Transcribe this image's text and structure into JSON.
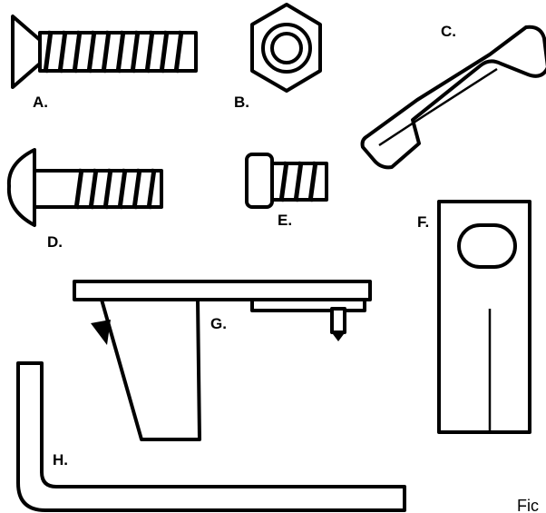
{
  "figure": {
    "labels": {
      "A": "A.",
      "B": "B.",
      "C": "C.",
      "D": "D.",
      "E": "E.",
      "F": "F.",
      "G": "G.",
      "H": "H."
    },
    "caption": "Fic",
    "colors": {
      "ink": "#000000",
      "paper": "#ffffff"
    },
    "parts": [
      {
        "id": "A",
        "icon": "flat-head-screw-icon"
      },
      {
        "id": "B",
        "icon": "hex-nut-icon"
      },
      {
        "id": "C",
        "icon": "bent-clip-icon"
      },
      {
        "id": "D",
        "icon": "round-head-bolt-icon"
      },
      {
        "id": "E",
        "icon": "short-bolt-icon"
      },
      {
        "id": "F",
        "icon": "slotted-plate-icon"
      },
      {
        "id": "G",
        "icon": "bracket-icon"
      },
      {
        "id": "H",
        "icon": "hex-key-icon"
      }
    ]
  }
}
